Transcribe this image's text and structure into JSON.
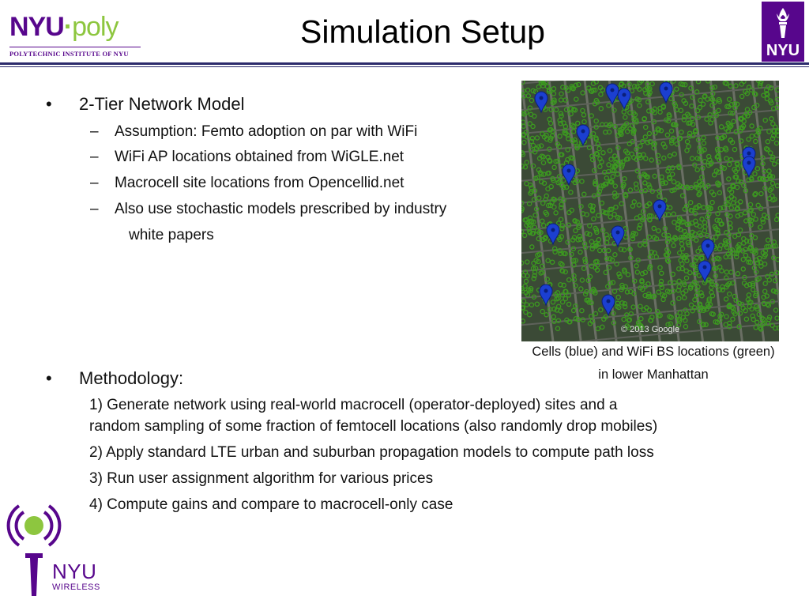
{
  "header": {
    "title": "Simulation Setup",
    "logo_left": {
      "nyu": "NYU",
      "dot": "·",
      "poly": "poly",
      "tagline": "POLYTECHNIC INSTITUTE OF NYU"
    },
    "logo_right": {
      "text": "NYU"
    }
  },
  "content": {
    "bullet_1": {
      "marker": "•",
      "label": "2-Tier Network Model",
      "subitems": [
        {
          "marker": "–",
          "text": "Assumption: Femto adoption on par with WiFi"
        },
        {
          "marker": "–",
          "text": "WiFi AP locations obtained from WiGLE.net"
        },
        {
          "marker": "–",
          "text": "Macrocell site locations from Opencellid.net"
        },
        {
          "marker": "–",
          "text": "Also use stochastic models prescribed by industry",
          "continuation": "white papers"
        }
      ]
    },
    "bullet_2": {
      "marker": "•",
      "label": "Methodology:",
      "steps": [
        {
          "line1": "1) Generate network using real-world macrocell (operator-deployed) sites and a",
          "line2": "random sampling of some fraction of femtocell locations (also randomly drop mobiles)"
        },
        {
          "line1": "2) Apply standard LTE urban and suburban propagation models to compute path loss"
        },
        {
          "line1": "3) Run user assignment algorithm for various prices"
        },
        {
          "line1": "4) Compute gains and compare to macrocell-only case"
        }
      ]
    }
  },
  "map": {
    "copyright": "© 2013 Google",
    "caption_line1": "Cells (blue) and WiFi BS locations (green)",
    "caption_line2": "in lower Manhattan",
    "colors": {
      "cell": "#1b3fd0",
      "wifi": "#3c9a20",
      "ground": "#3b4a36"
    }
  },
  "footer_logo": {
    "nyu": "NYU",
    "wireless": "WIRELESS"
  },
  "colors": {
    "brand_purple": "#57068c",
    "rule": "#2b2a6b",
    "poly_green": "#8dc63f"
  }
}
